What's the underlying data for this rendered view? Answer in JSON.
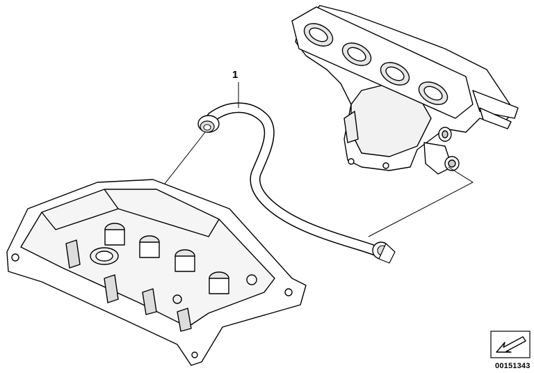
{
  "diagram": {
    "part_labels": [
      {
        "id": "hose",
        "text": "1"
      }
    ],
    "drawing_number": "00151343",
    "components": {
      "intake_manifold": "intake-manifold",
      "breather_hose": "breather-hose",
      "cylinder_head_cover": "cylinder-head-cover"
    },
    "colors": {
      "line": "#000000",
      "fill": "#ffffff",
      "shade": "#d9d9d9"
    },
    "icons": {
      "reference": "arrow-down-left-icon"
    }
  }
}
